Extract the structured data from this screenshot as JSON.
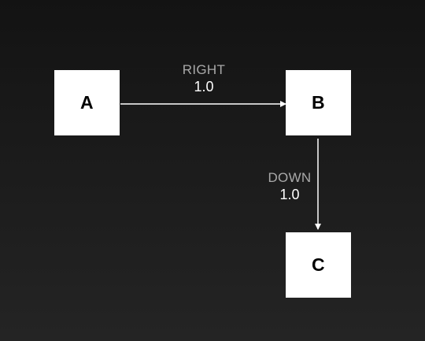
{
  "nodes": {
    "a": "A",
    "b": "B",
    "c": "C"
  },
  "edges": {
    "ab": {
      "direction": "RIGHT",
      "weight": "1.0"
    },
    "bc": {
      "direction": "DOWN",
      "weight": "1.0"
    }
  },
  "colors": {
    "background_top": "#131313",
    "background_bottom": "#242424",
    "node_fill": "#ffffff",
    "node_text": "#000000",
    "edge": "#ffffff",
    "direction_label": "#a9a9a9",
    "weight_label": "#ffffff"
  }
}
